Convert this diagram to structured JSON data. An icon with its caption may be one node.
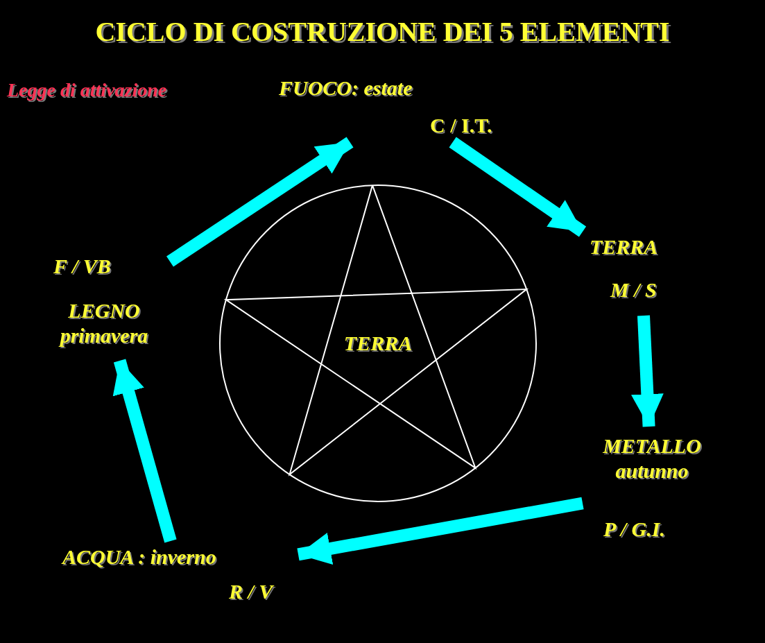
{
  "diagram": {
    "title": "CICLO DI COSTRUZIONE DEI 5 ELEMENTI",
    "nodes": [
      {
        "text": [
          "FUOCO: estate",
          "C / I.T."
        ]
      },
      {
        "text": [
          "TERRA",
          "M / S"
        ]
      },
      {
        "text": [
          "METALLO autunno",
          "P / G.I."
        ]
      },
      {
        "text": [
          "ACQUA : inverno",
          "R / V"
        ]
      },
      {
        "text": [
          "F / VB",
          "LEGNO primavera"
        ]
      },
      {
        "text": [
          "TERRA"
        ]
      }
    ],
    "edges": [
      {
        "from": 0,
        "to": 1,
        "arrow": "to"
      },
      {
        "from": 1,
        "to": 2,
        "arrow": "to"
      },
      {
        "from": 2,
        "to": 3,
        "arrow": "to"
      },
      {
        "from": 3,
        "to": 4,
        "arrow": "to"
      },
      {
        "from": 4,
        "to": 0,
        "arrow": "to"
      }
    ],
    "labels": [
      "Legge di attivazione"
    ]
  }
}
